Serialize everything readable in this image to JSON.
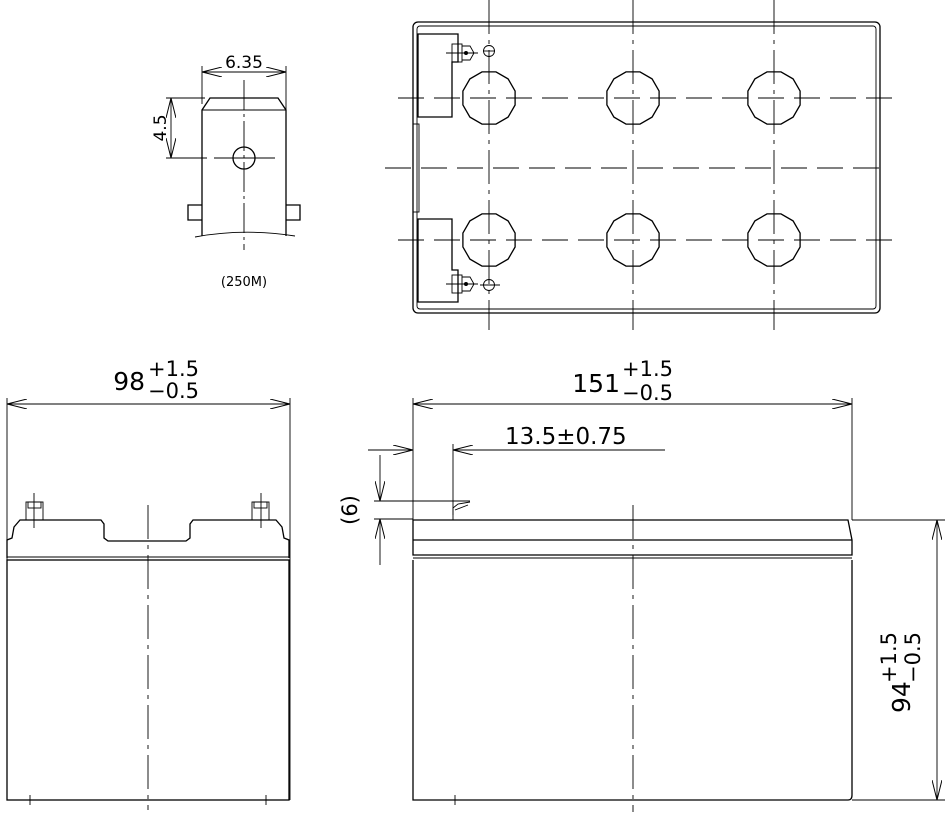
{
  "terminal_detail": {
    "width_dim": "6.35",
    "hole_dim": "4.5",
    "label": "(250M)"
  },
  "front_view": {
    "width_dim": "98",
    "width_tol_plus": "+1.5",
    "width_tol_minus": "−0.5"
  },
  "side_view": {
    "length_dim": "151",
    "length_tol_plus": "+1.5",
    "length_tol_minus": "−0.5",
    "terminal_offset_dim": "13.5±0.75",
    "terminal_height_dim": "(6)",
    "height_dim": "94",
    "height_tol_plus": "+1.5",
    "height_tol_minus": "−0.5"
  },
  "colors": {
    "line": "#000000",
    "background": "#ffffff"
  }
}
